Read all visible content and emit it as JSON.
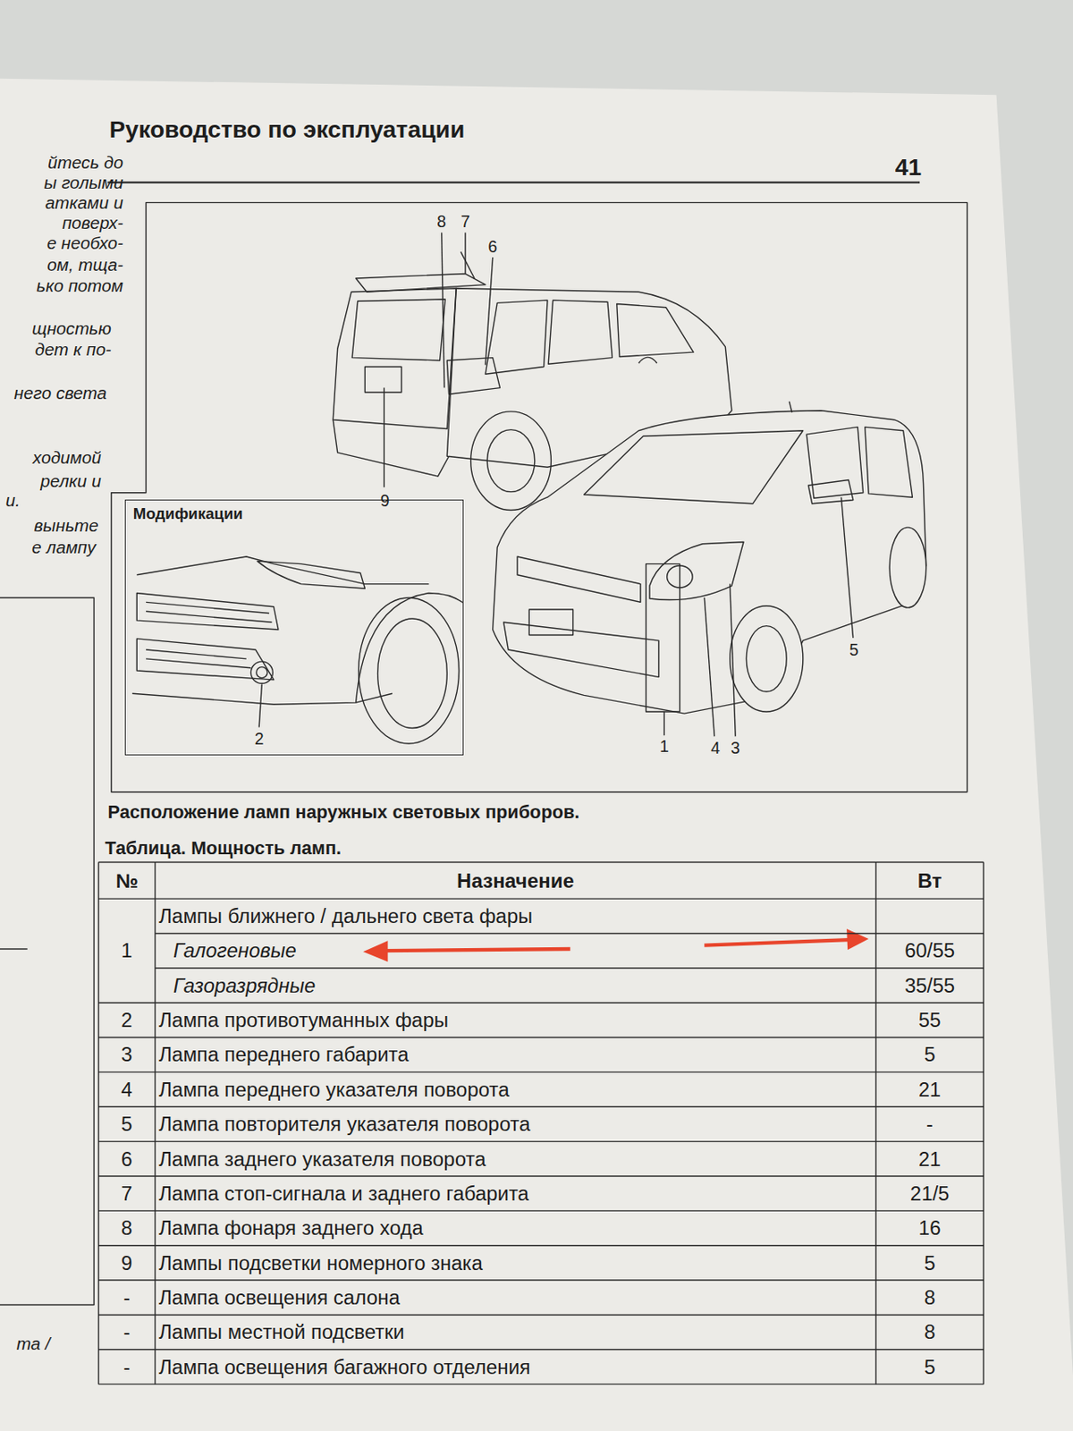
{
  "diagram": {
    "title": "Руководство по эксплуатации",
    "caption": "Расположение ламп наружных световых приборов.",
    "nodes": [
      {
        "text": [
          "Модификации"
        ]
      }
    ],
    "labels": [
      "41",
      "йтесь до",
      "ы голыми",
      "атками и",
      "поверх-",
      "е необхо-",
      "ом, тща-",
      "ько потом",
      "щностью",
      "дет к по-",
      "него света",
      "ходимой",
      "релки и",
      "и.",
      "выньте",
      "е лампу",
      "та /",
      "8",
      "7",
      "6",
      "9",
      "5",
      "1",
      "4",
      "3",
      "2",
      "Таблица. Мощность ламп.",
      "№",
      "Назначение",
      "Вт",
      "1",
      "Лампы ближнего / дальнего света фары",
      "Галогеновые",
      "Газоразрядные",
      "60/55",
      "35/55",
      "2",
      "Лампа противотуманных фары",
      "55",
      "3",
      "Лампа переднего габарита",
      "5",
      "4",
      "Лампа переднего указателя поворота",
      "21",
      "5",
      "Лампа повторителя указателя поворота",
      "-",
      "6",
      "Лампа заднего указателя поворота",
      "21",
      "7",
      "Лампа стоп-сигнала и заднего габарита",
      "21/5",
      "8",
      "Лампа фонаря заднего хода",
      "16",
      "9",
      "Лампы подсветки номерного знака",
      "5",
      "-",
      "Лампа освещения салона",
      "8",
      "-",
      "Лампы местной подсветки",
      "8",
      "-",
      "Лампа освещения багажного отделения",
      "5"
    ]
  }
}
